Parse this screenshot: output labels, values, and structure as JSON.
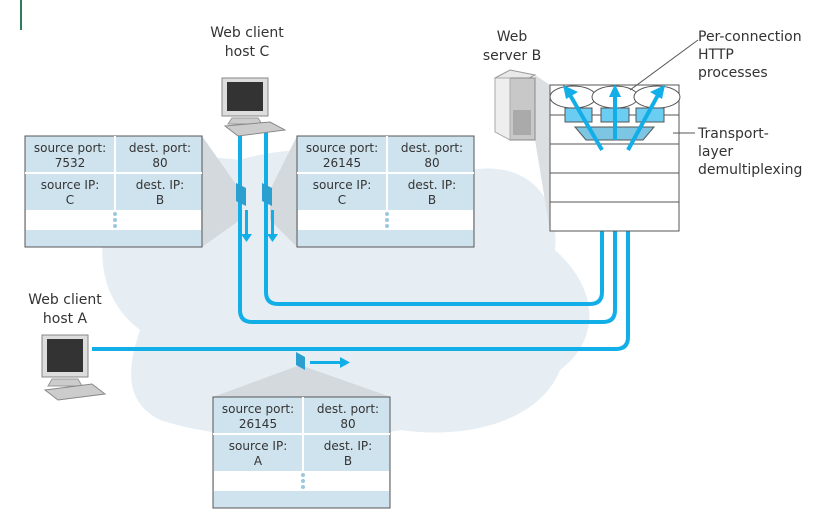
{
  "labels": {
    "host_c": [
      "Web client",
      "host C"
    ],
    "host_a": [
      "Web client",
      "host A"
    ],
    "server_b": [
      "Web",
      "server B"
    ],
    "http_processes": [
      "Per-connection",
      "HTTP",
      "processes"
    ],
    "demux": [
      "Transport-",
      "layer",
      "demultiplexing"
    ]
  },
  "segments": [
    {
      "name": "segment-c-1",
      "src_port_label": "source port:",
      "src_port": "7532",
      "dst_port_label": "dest. port:",
      "dst_port": "80",
      "src_ip_label": "source IP:",
      "src_ip": "C",
      "dst_ip_label": "dest. IP:",
      "dst_ip": "B"
    },
    {
      "name": "segment-c-2",
      "src_port_label": "source port:",
      "src_port": "26145",
      "dst_port_label": "dest. port:",
      "dst_port": "80",
      "src_ip_label": "source IP:",
      "src_ip": "C",
      "dst_ip_label": "dest. IP:",
      "dst_ip": "B"
    },
    {
      "name": "segment-a",
      "src_port_label": "source port:",
      "src_port": "26145",
      "dst_port_label": "dest. port:",
      "dst_port": "80",
      "src_ip_label": "source IP:",
      "src_ip": "A",
      "dst_ip_label": "dest. IP:",
      "dst_ip": "B"
    }
  ],
  "colors": {
    "connection": "#12aee8",
    "segment_fill": "#cfe3ef",
    "cloud": "#e6eef4"
  }
}
